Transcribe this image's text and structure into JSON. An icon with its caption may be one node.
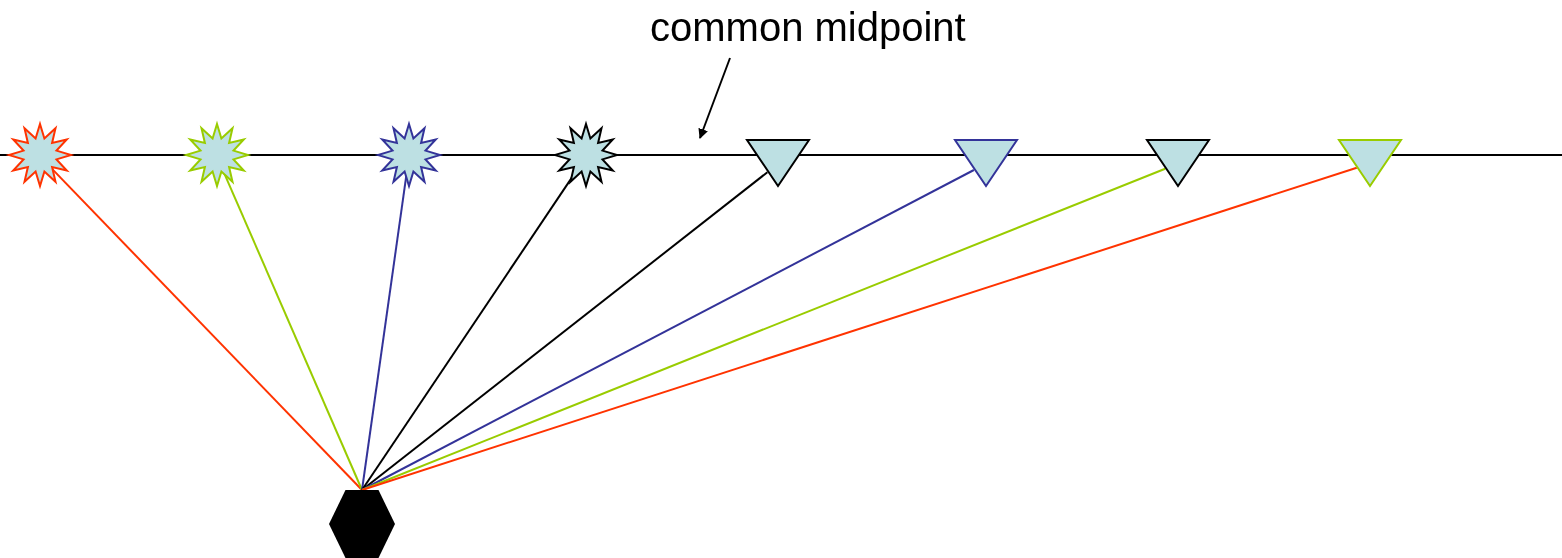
{
  "diagram": {
    "nodes": [
      {
        "text": [
          "common midpoint"
        ]
      },
      {
        "text": [],
        "shape": "star"
      },
      {
        "text": [],
        "shape": "star"
      },
      {
        "text": [],
        "shape": "star"
      },
      {
        "text": [],
        "shape": "star"
      },
      {
        "text": [],
        "shape": "triangle"
      },
      {
        "text": [],
        "shape": "triangle"
      },
      {
        "text": [],
        "shape": "triangle"
      },
      {
        "text": [],
        "shape": "triangle"
      },
      {
        "text": [],
        "shape": "hexagon"
      }
    ],
    "edges": [
      {
        "from": 0,
        "to": null,
        "arrow": "to",
        "color": "#000000"
      },
      {
        "from": 1,
        "to": 9,
        "arrow": "none",
        "color": "#ff3300"
      },
      {
        "from": 2,
        "to": 9,
        "arrow": "none",
        "color": "#99cc00"
      },
      {
        "from": 3,
        "to": 9,
        "arrow": "none",
        "color": "#333399"
      },
      {
        "from": 4,
        "to": 9,
        "arrow": "none",
        "color": "#000000"
      },
      {
        "from": 9,
        "to": 5,
        "arrow": "none",
        "color": "#000000"
      },
      {
        "from": 9,
        "to": 6,
        "arrow": "none",
        "color": "#333399"
      },
      {
        "from": 9,
        "to": 7,
        "arrow": "none",
        "color": "#99cc00"
      },
      {
        "from": 9,
        "to": 8,
        "arrow": "none",
        "color": "#ff3300"
      }
    ]
  }
}
